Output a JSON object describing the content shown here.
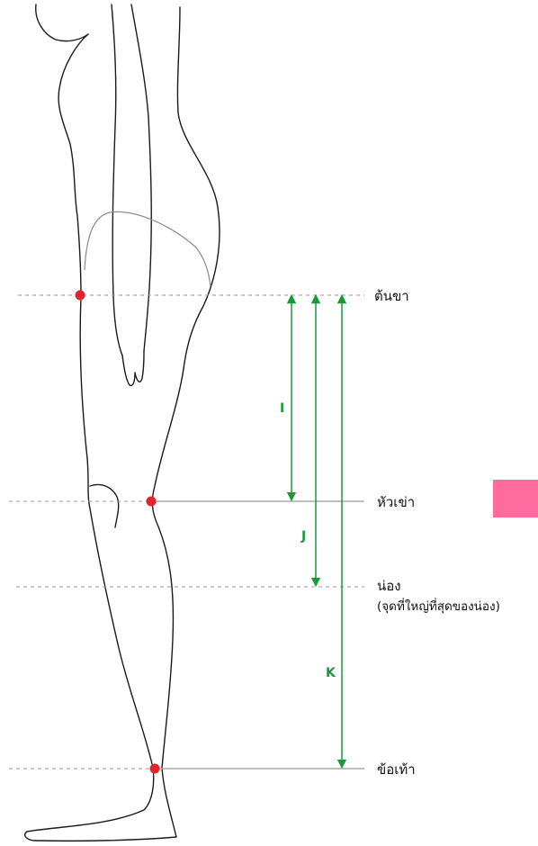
{
  "levels": {
    "thigh": "ต้นขา",
    "knee": "หัวเข่า",
    "calf": "น่อง",
    "calf_note": "(จุดที่ใหญ่ที่สุดของน่อง)",
    "ankle": "ข้อเท้า"
  },
  "arrows": {
    "i": "I",
    "j": "J",
    "k": "K"
  },
  "colors": {
    "arrow": "#1a9a3a",
    "point": "#e3242b",
    "guide": "#999999",
    "outline": "#1a1a1a",
    "swatch": "#ff6b9d"
  }
}
